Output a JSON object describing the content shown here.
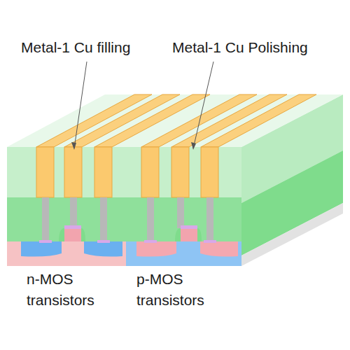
{
  "diagram": {
    "labels": [
      "Metal-1 Cu filling",
      "Metal-1 Cu Polishing",
      "n-MOS transistors",
      "p-MOS transistors"
    ]
  }
}
